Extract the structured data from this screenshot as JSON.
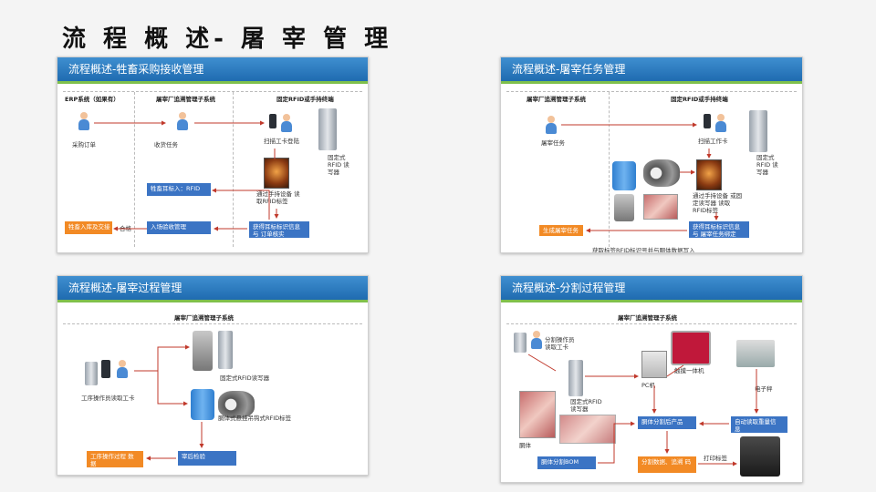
{
  "title": "流 程 概 述- 屠 宰 管 理",
  "cards": [
    {
      "heading": "流程概述-牲畜采购接收管理",
      "labels": {
        "col1": "ERP系统（如果有）",
        "col2": "屠宰厂追溯管理子系统",
        "col3": "固定RFID或手持终端",
        "purchase_order": "采购订单",
        "receive_task": "收货任务",
        "scan_login": "扫描工卡登陆",
        "fixed_reader": "固定式 RFID 读写器",
        "handheld_read": "通过手持设备 读取RFID标签",
        "box_tag_info": "牲畜耳标入：RFID",
        "box_receive": "入场验收管理",
        "box_stock": "牲畜入库及交接",
        "box_upload": "获得耳标标识信息与 订单核实",
        "qualified": "合格"
      }
    },
    {
      "heading": "流程概述-屠宰任务管理",
      "labels": {
        "col1": "屠宰厂追溯管理子系统",
        "col2": "固定RFID或手持终端",
        "create_task": "屠宰任务",
        "scan_card": "扫描工作卡",
        "fixed_reader": "固定式 RFID 读写器",
        "handheld_read": "通过手持设备 或固定读写器 读取RFID标签",
        "box_bind": "获得耳标标识信息与 屠宰任务绑定",
        "box_gen": "生成屠宰任务",
        "footnote": "获取标签RFID标识号并与胴体数据写入"
      }
    },
    {
      "heading": "流程概述-屠宰过程管理",
      "labels": {
        "col": "屠宰厂追溯管理子系统",
        "worker": "工序操作员读取工卡",
        "fixed_reader": "固定式RFID读写器",
        "hook_tag": "胴体式悬挂吊钩式RFID标签",
        "box_check": "宰后检验",
        "box_data": "工序操作过程 数据"
      }
    },
    {
      "heading": "流程概述-分割过程管理",
      "labels": {
        "col": "屠宰厂追溯管理子系统",
        "worker": "分割操作员 读取工卡",
        "fixed_reader": "固定式RFID 读写器",
        "pc": "PC机",
        "touch": "触摸一体机",
        "carcass": "胴体",
        "scale": "电子秤",
        "box_product": "胴体分割后产品",
        "box_weigh": "自动读取重量信 息",
        "box_bom": "胴体分割BOM",
        "box_print": "分割数据、追溯 码",
        "print_label": "打印标签"
      }
    }
  ]
}
